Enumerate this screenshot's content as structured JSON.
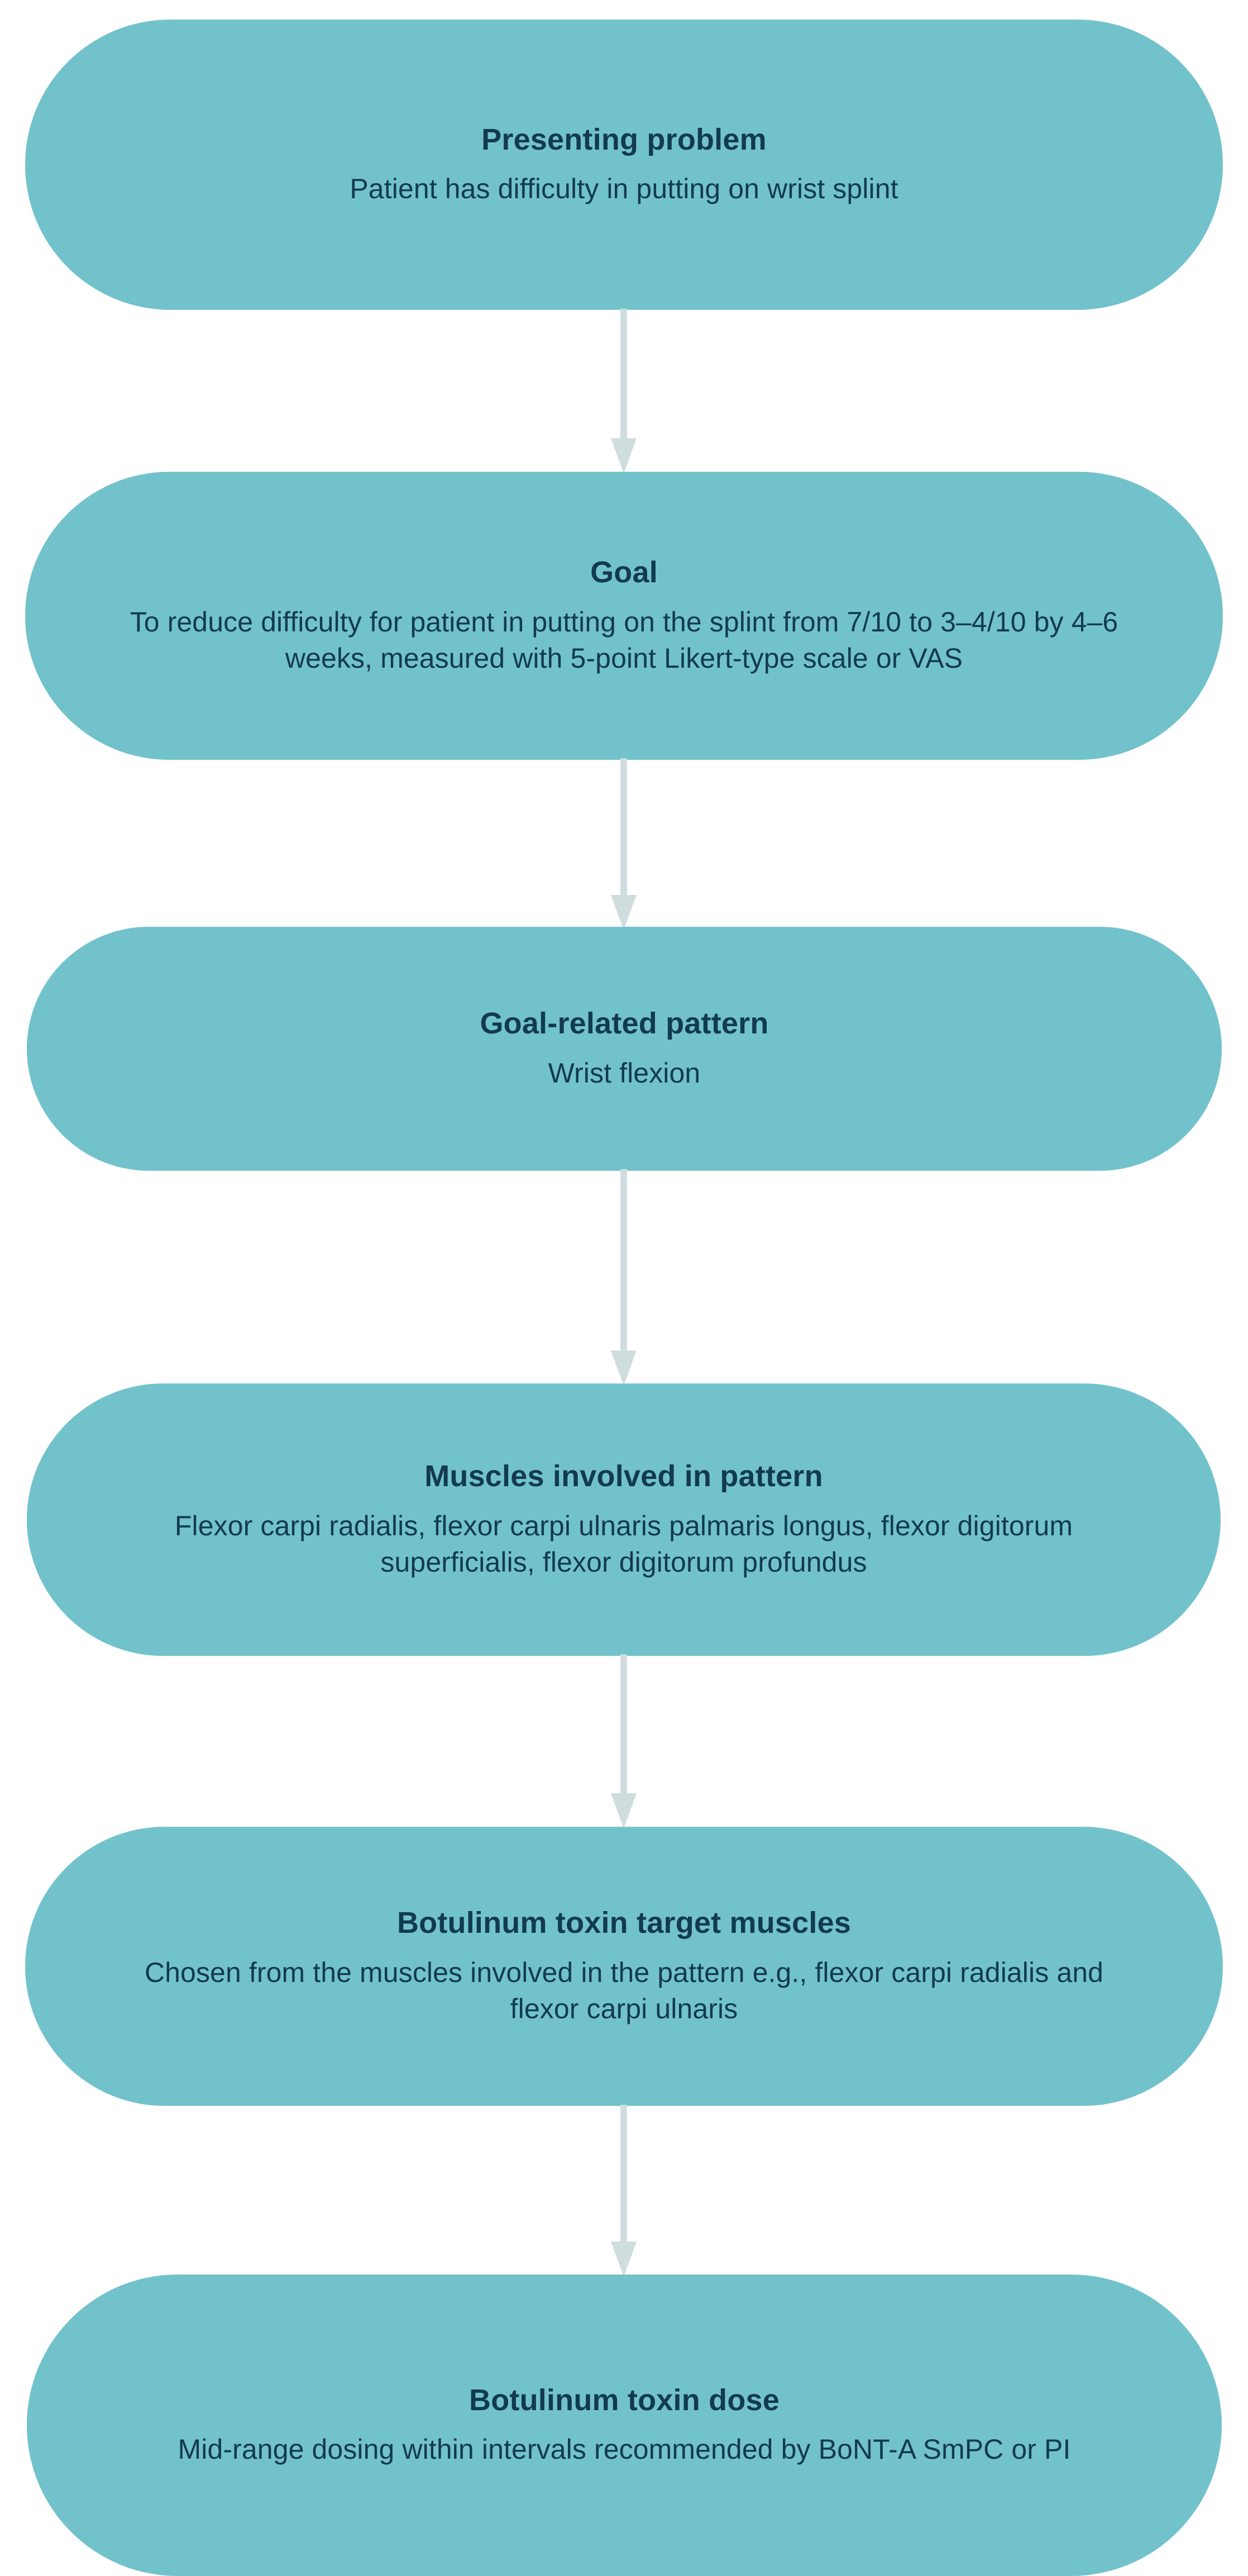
{
  "diagram": {
    "type": "flowchart",
    "orientation": "vertical",
    "node_fill_color": "#72c2cc",
    "text_color": "#123a50",
    "arrow_color": "#cfdddf",
    "background_color": "#ffffff",
    "nodes": [
      {
        "id": "presenting-problem",
        "title": "Presenting problem",
        "body": "Patient has difficulty in putting on wrist splint"
      },
      {
        "id": "goal",
        "title": "Goal",
        "body": "To reduce difficulty for patient in putting on the splint from 7/10 to 3–4/10 by 4–6 weeks, measured with 5-point Likert-type scale or VAS"
      },
      {
        "id": "goal-related-pattern",
        "title": "Goal-related pattern",
        "body": "Wrist flexion"
      },
      {
        "id": "muscles-involved-in-pattern",
        "title": "Muscles involved in pattern",
        "body": "Flexor carpi radialis, flexor carpi ulnaris palmaris longus, flexor digitorum superficialis, flexor digitorum profundus"
      },
      {
        "id": "botulinum-toxin-target-muscles",
        "title": "Botulinum toxin target muscles",
        "body": "Chosen from the muscles involved in the pattern e.g., flexor carpi radialis and flexor carpi ulnaris"
      },
      {
        "id": "botulinum-toxin-dose",
        "title": "Botulinum toxin dose",
        "body": "Mid-range dosing within intervals recommended by BoNT-A SmPC or PI"
      }
    ],
    "connectors": [
      {
        "id": "arrow-1",
        "from": "presenting-problem",
        "to": "goal",
        "shape": "down-arrow"
      },
      {
        "id": "arrow-2",
        "from": "goal",
        "to": "goal-related-pattern",
        "shape": "down-arrow"
      },
      {
        "id": "arrow-3",
        "from": "goal-related-pattern",
        "to": "muscles-involved-in-pattern",
        "shape": "down-arrow"
      },
      {
        "id": "arrow-4",
        "from": "muscles-involved-in-pattern",
        "to": "botulinum-toxin-target-muscles",
        "shape": "down-arrow"
      },
      {
        "id": "arrow-5",
        "from": "botulinum-toxin-target-muscles",
        "to": "botulinum-toxin-dose",
        "shape": "down-arrow"
      }
    ]
  }
}
